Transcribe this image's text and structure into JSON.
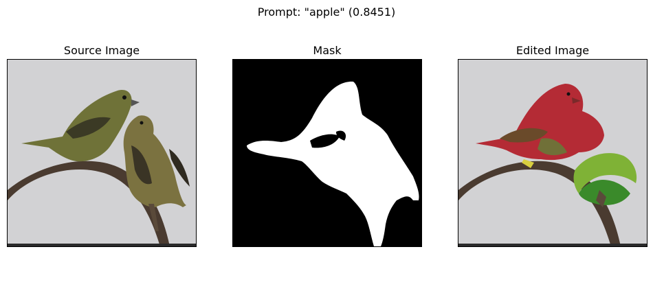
{
  "figure": {
    "suptitle": "Prompt: \"apple\" (0.8451)"
  },
  "panels": [
    {
      "title": "Source Image"
    },
    {
      "title": "Mask"
    },
    {
      "title": "Edited Image"
    }
  ]
}
